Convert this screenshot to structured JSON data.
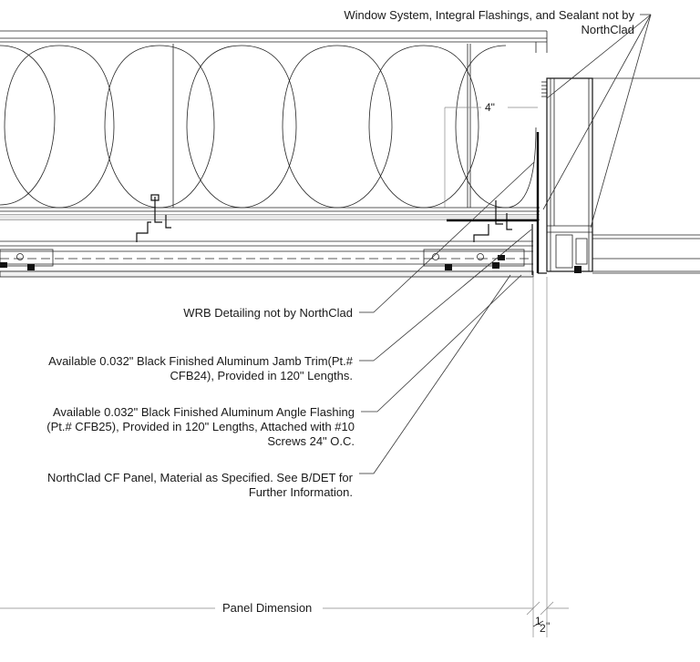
{
  "callouts": {
    "window": {
      "line1": "Window System, Integral Flashings, and Sealant not by",
      "line2": "NorthClad"
    },
    "wrb": {
      "line1": "WRB Detailing not by NorthClad"
    },
    "jamb_trim": {
      "line1": "Available 0.032\" Black Finished Aluminum Jamb Trim(Pt.#",
      "line2": "CFB24), Provided in 120\" Lengths."
    },
    "angle_flashing": {
      "line1": "Available 0.032\" Black Finished Aluminum Angle Flashing",
      "line2": "(Pt.# CFB25), Provided in 120\" Lengths, Attached with #10",
      "line3": "Screws 24\" O.C."
    },
    "panel": {
      "line1": "NorthClad CF Panel, Material as Specified.  See B/DET for",
      "line2": "Further Information."
    }
  },
  "dimensions": {
    "insulation_offset": "4\"",
    "panel_dimension": "Panel Dimension",
    "gap_numerator": "1",
    "gap_denominator": "2",
    "gap_unit": "\""
  },
  "colors": {
    "line": "#111111",
    "leader": "#333333",
    "dimension": "#888888",
    "background": "#ffffff"
  }
}
